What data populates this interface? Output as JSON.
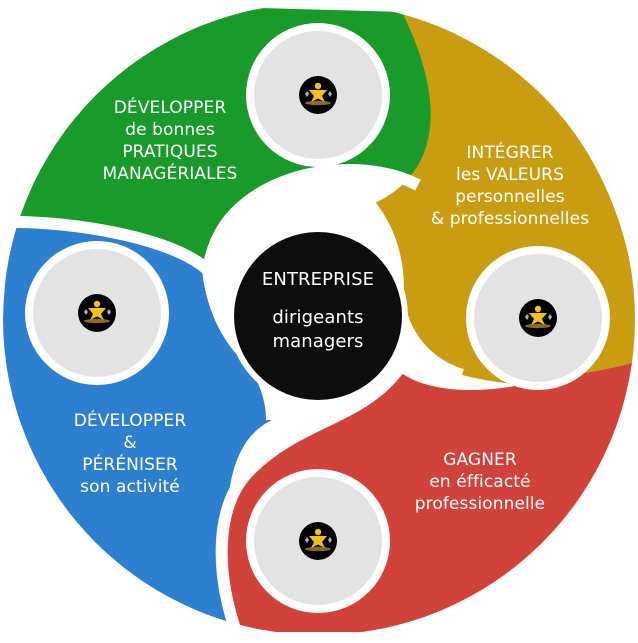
{
  "diagram": {
    "colors": {
      "green": "#1a9a2a",
      "gold": "#c99d12",
      "red": "#d1423b",
      "blue": "#2f7fd0",
      "center": "#0d0d0d",
      "hub_ring": "#ffffff",
      "hub_fill": "#e3e3e3"
    },
    "center": {
      "title": "ENTREPRISE",
      "line1": "dirigeants",
      "line2": "managers"
    },
    "segments": {
      "green": {
        "lines": [
          "DÉVELOPPER",
          "de bonnes",
          "PRATIQUES",
          "MANAGÉRIALES"
        ],
        "icon": "person-star-logo-icon"
      },
      "gold": {
        "lines": [
          "INTÉGRER",
          "les VALEURS",
          "personnelles",
          "& professionnelles"
        ],
        "icon": "person-star-logo-icon"
      },
      "red": {
        "lines": [
          "GAGNER",
          "en éfficacté",
          "professionnelle"
        ],
        "icon": "person-star-logo-icon"
      },
      "blue": {
        "lines": [
          "DÉVELOPPER",
          "&",
          "PÉRÉNISER",
          "son activité"
        ],
        "icon": "person-star-logo-icon"
      }
    }
  }
}
